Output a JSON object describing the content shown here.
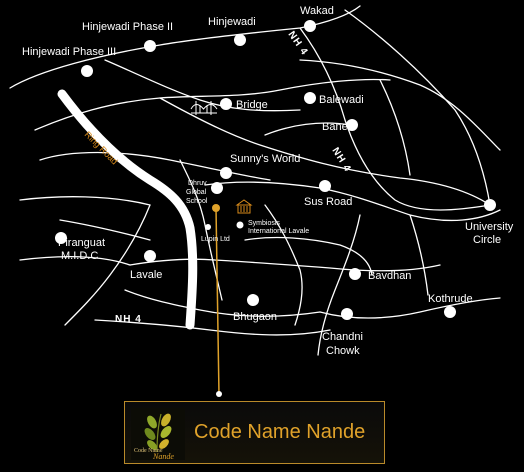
{
  "labels": {
    "hinjewadi_phase2": "Hinjewadi Phase II",
    "hinjewadi": "Hinjewadi",
    "wakad": "Wakad",
    "hinjewadi_phase3": "Hinjewadi Phase III",
    "bridge": "Bridge",
    "balewadi": "Balewadi",
    "baner": "Baner",
    "sunnys_world": "Sunny's World",
    "dhruv_line1": "Dhruv",
    "dhruv_line2": "Global",
    "dhruv_line3": "School",
    "sus_road": "Sus Road",
    "symbiosis_line1": "Symbiosis",
    "symbiosis_line2": "International Lavale",
    "lupin": "Lupin Ltd",
    "piranguat_line1": "Piranguat",
    "piranguat_line2": "M.I.D.C",
    "lavale": "Lavale",
    "bavdhan": "Bavdhan",
    "university_line1": "University",
    "university_line2": "Circle",
    "kothrude": "Kothrude",
    "bhugaon": "Bhugaon",
    "chandni_line1": "Chandni",
    "chandni_line2": "Chowk"
  },
  "roads": {
    "nh4_top": "NH 4",
    "nh4_mid": "NH 4",
    "nh4_bottom": "NH 4",
    "ring_road": "Ring Road"
  },
  "brand": {
    "name": "Code Name Nande",
    "logo_text_top": "Code Name",
    "logo_text_bottom": "Nande"
  },
  "colors": {
    "background": "#000000",
    "accent": "#e0a22a",
    "ring_road": "#d88a1a",
    "roads": "#ffffff"
  },
  "icons": {
    "bridge": "bridge-icon",
    "symbiosis": "building-icon",
    "site": "site-marker-icon"
  }
}
